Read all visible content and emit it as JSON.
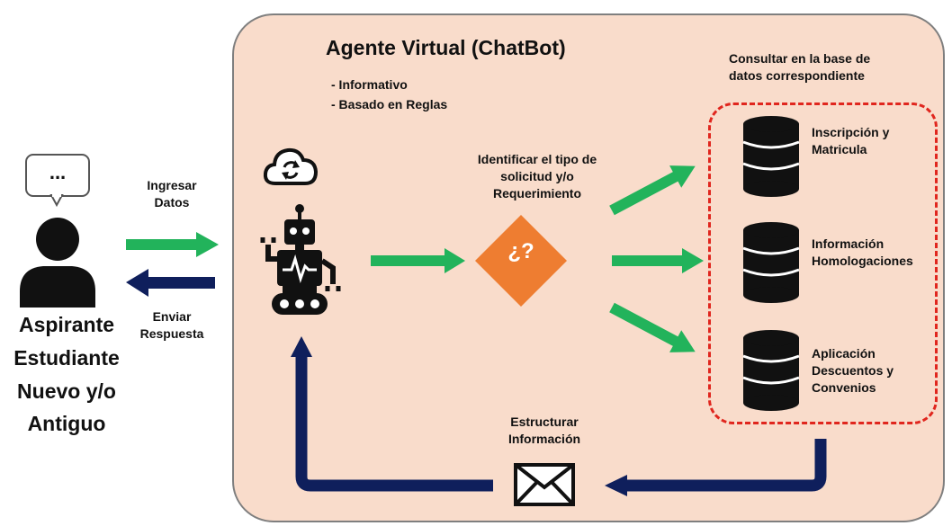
{
  "panel": {
    "title": "Agente Virtual (ChatBot)",
    "features": "- Informativo\n- Basado en Reglas"
  },
  "user": {
    "bubble_text": "...",
    "label": "Aspirante\nEstudiante\nNuevo y/o\nAntiguo"
  },
  "flows": {
    "send_label": "Ingresar\nDatos",
    "reply_label": "Enviar\nRespuesta"
  },
  "decision": {
    "label": "Identificar el tipo de\nsolicitud y/o\nRequerimiento",
    "symbol": "¿?"
  },
  "databases": {
    "title": "Consultar en la base de\ndatos correspondiente",
    "items": [
      {
        "label": "Inscripción y\nMatricula"
      },
      {
        "label": "Información\nHomologaciones"
      },
      {
        "label": "Aplicación\nDescuentos y\nConvenios"
      }
    ]
  },
  "response": {
    "label": "Estructurar\nInformación"
  },
  "icons": {
    "user": "user-silhouette-icon",
    "bubble": "speech-bubble-icon",
    "cloud": "cloud-sync-icon",
    "robot": "robot-icon",
    "database": "database-icon",
    "envelope": "envelope-icon"
  },
  "colors": {
    "panel_fill": "#f9dccb",
    "green_arrow": "#22b35b",
    "navy_arrow": "#0f1f5c",
    "decision_fill": "#ee7d31",
    "group_border": "#e0261e"
  }
}
